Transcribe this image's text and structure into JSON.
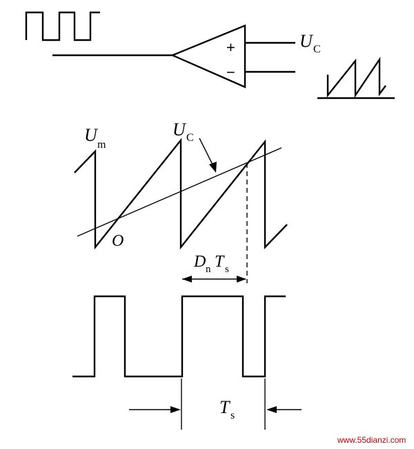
{
  "labels": {
    "uc_top_main": "U",
    "uc_top_sub": "C",
    "plus": "+",
    "minus": "−",
    "um_main": "U",
    "um_sub": "m",
    "uc_main": "U",
    "uc_sub": "C",
    "origin": "O",
    "dn_main": "D",
    "dn_sub": "n",
    "dn_ts_main": "T",
    "dn_ts_sub": "s",
    "ts_main": "T",
    "ts_sub": "s"
  },
  "watermark": "www.55dianzi.com",
  "colors": {
    "line": "#000000",
    "watermark": "#c00000"
  }
}
